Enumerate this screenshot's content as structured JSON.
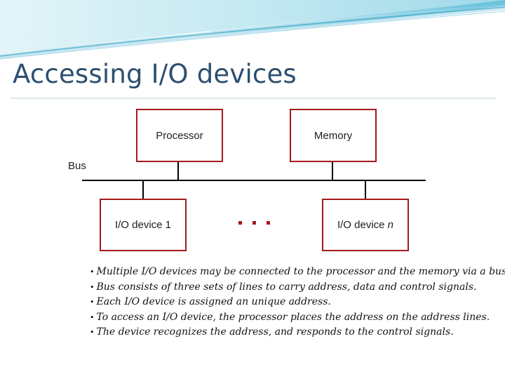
{
  "slide": {
    "title": "Accessing I/O devices"
  },
  "diagram": {
    "processor_label": "Processor",
    "memory_label": "Memory",
    "bus_label": "Bus",
    "device1_label": "I/O device 1",
    "devicen_label": "I/O device ",
    "devicen_suffix": "n",
    "ellipsis": "..."
  },
  "bullets": [
    "Multiple I/O devices may be connected to the processor and the memory via a bus.",
    "Bus consists of three sets of lines to carry address, data and control signals.",
    "Each I/O device is assigned an unique address.",
    "To access an I/O device, the processor places the address on the address lines.",
    "The device recognizes the address, and responds to the control signals."
  ],
  "colors": {
    "title": "#2d4f70",
    "box_border": "#a51a1a",
    "wave_light": "#b9e4ef",
    "wave_dark": "#48b4d2"
  }
}
